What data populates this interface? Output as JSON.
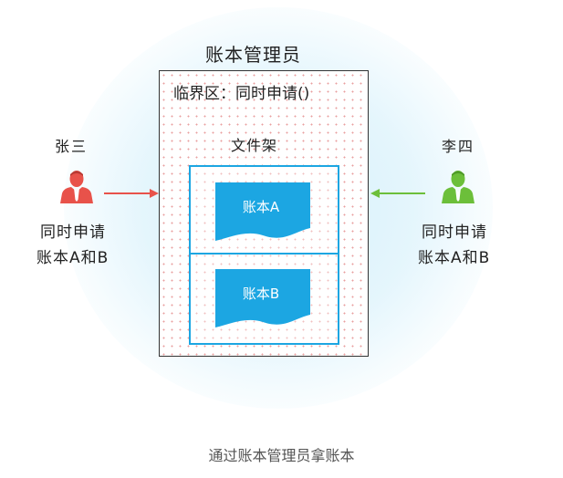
{
  "manager": {
    "title": "账本管理员",
    "critical_section": "临界区：同时申请()",
    "shelf_label": "文件架",
    "books": [
      "账本A",
      "账本B"
    ]
  },
  "left_person": {
    "name": "张三",
    "request_line1": "同时申请",
    "request_line2": "账本A和B",
    "color": "#e8524a",
    "icon": "person-icon"
  },
  "right_person": {
    "name": "李四",
    "request_line1": "同时申请",
    "request_line2": "账本A和B",
    "color": "#6cbf3a",
    "icon": "person-icon"
  },
  "caption": "通过账本管理员拿账本",
  "colors": {
    "shelf": "#1ca6e2",
    "book": "#1ca6e2",
    "left_arrow": "#e8524a",
    "right_arrow": "#6cbf3a"
  }
}
